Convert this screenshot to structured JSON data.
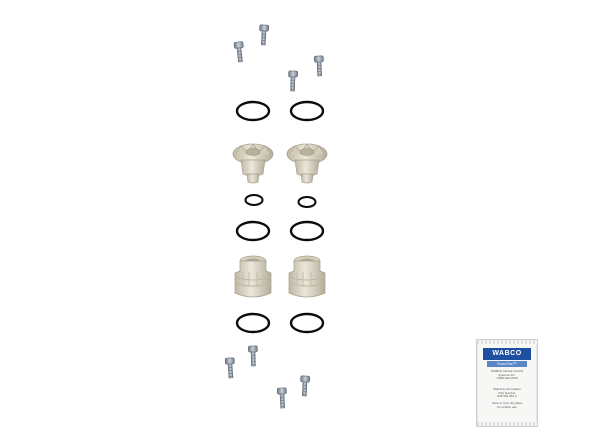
{
  "image": {
    "background": "#ffffff",
    "components": {
      "screws": 8,
      "large_o_rings": 6,
      "small_o_rings": 2,
      "valve_inserts_top": 2,
      "valve_inserts_bottom": 2,
      "grease_sachets": 1
    },
    "colors": {
      "o_ring": "#0b0b0b",
      "plastic_part": "#dcd6c6",
      "plastic_shadow": "#bdb6a4",
      "screw_metal": "#8f9aa7",
      "sachet_brand": "#1f4fa0"
    }
  },
  "sachet": {
    "brand": "WABCO",
    "product": "EconTac™",
    "text_block_1": "WABCO Vehicle Control\nSystems Inc.\n1-800-922-2226",
    "text_block_2": "Warranty information\nPart Number\n830 502 063 4",
    "text_block_3": "Store in cool, dry place\nfor vehicle use"
  }
}
